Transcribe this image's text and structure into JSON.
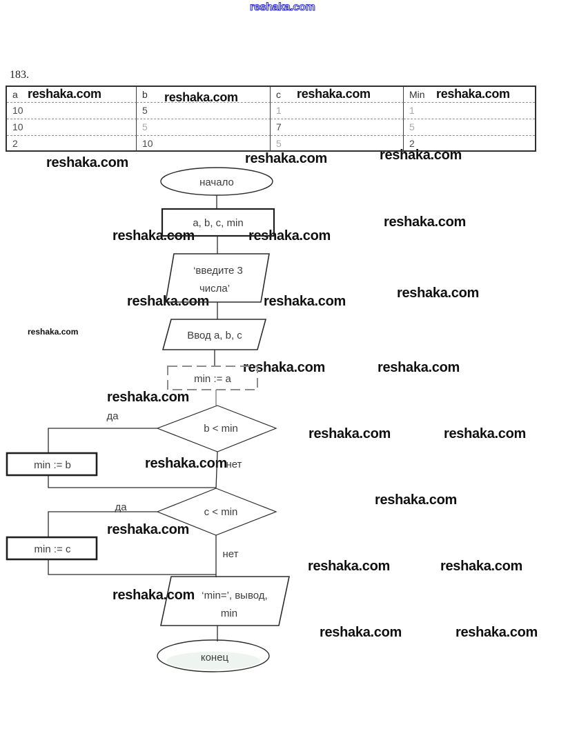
{
  "problem_number": "183.",
  "watermark": {
    "text": "reshaka.com"
  },
  "colors": {
    "watermark_blue": "#3535cf",
    "line_ink": "#2b2b2b",
    "faded_ink": "#9a9a9a"
  },
  "table": {
    "headers": [
      "a",
      "b",
      "c",
      "Min"
    ],
    "rows": [
      [
        "10",
        "5",
        "1",
        "1"
      ],
      [
        "10",
        "5",
        "7",
        "5"
      ],
      [
        "2",
        "10",
        "5",
        "2"
      ]
    ]
  },
  "flowchart": {
    "start_label": "начало",
    "declare_label": "a, b, c, min",
    "prompt_line1": "‘введите 3",
    "prompt_line2": "числа’",
    "input_label": "Ввод a, b, c",
    "assign_a_label": "min := a",
    "cond_b_label": "b < min",
    "yes1_label": "да",
    "no1_label": "нет",
    "assign_b_label": "min := b",
    "cond_c_label": "c < min",
    "yes2_label": "да",
    "no2_label": "нет",
    "assign_c_label": "min := c",
    "output_line1": "‘min=’, вывод,",
    "output_line2": "min",
    "end_label": "конец"
  }
}
